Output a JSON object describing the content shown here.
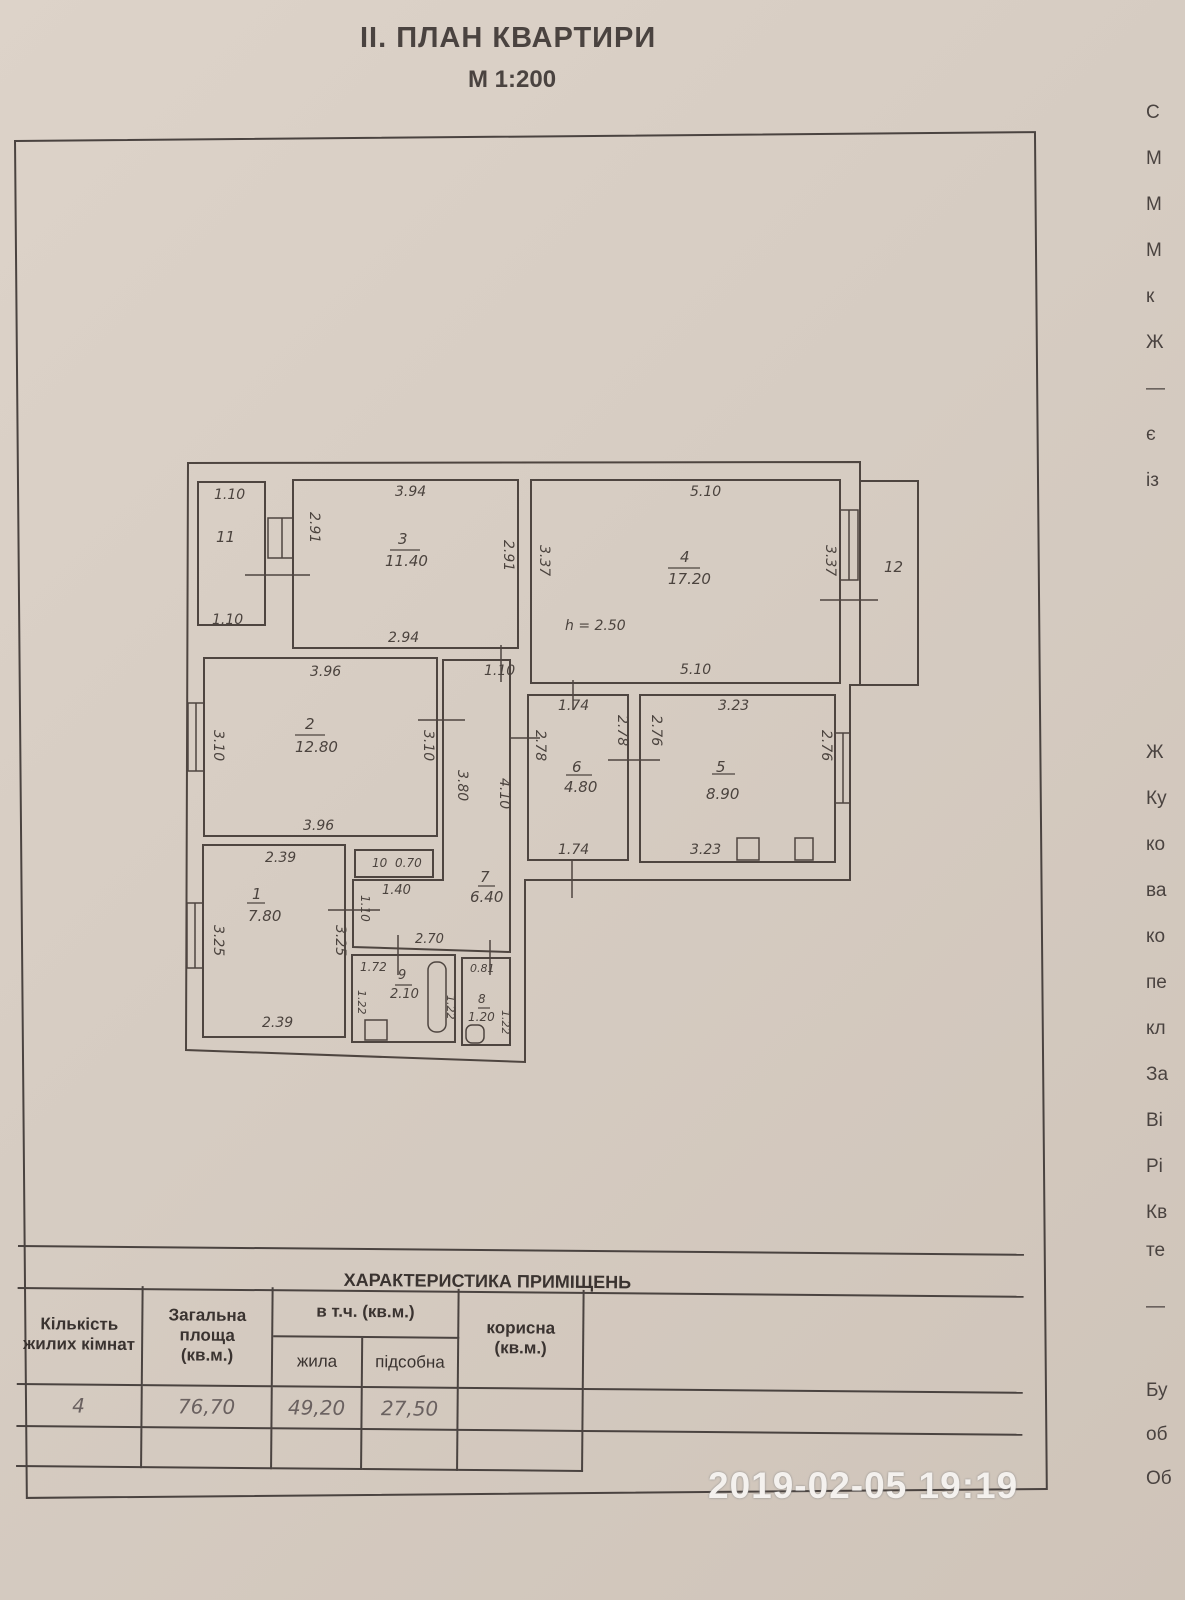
{
  "header": {
    "title": "II. ПЛАН КВАРТИРИ",
    "scale": "М 1:200"
  },
  "plan": {
    "ceiling_height": "h = 2.50",
    "rooms": [
      {
        "id": "11",
        "area": "",
        "dims": [
          "1.10",
          "1.10"
        ]
      },
      {
        "id": "3",
        "area": "11.40",
        "dims": [
          "3.94",
          "2.94",
          "2.91",
          "2.91"
        ]
      },
      {
        "id": "4",
        "area": "17.20",
        "dims": [
          "5.10",
          "5.10",
          "3.37",
          "3.37"
        ]
      },
      {
        "id": "12",
        "area": "",
        "dims": []
      },
      {
        "id": "2",
        "area": "12.80",
        "dims": [
          "3.96",
          "3.96",
          "3.10",
          "3.10"
        ]
      },
      {
        "id": "6",
        "area": "4.80",
        "dims": [
          "1.74",
          "1.74",
          "2.78",
          "2.78"
        ]
      },
      {
        "id": "5",
        "area": "8.90",
        "dims": [
          "3.23",
          "3.23",
          "2.76",
          "2.76"
        ]
      },
      {
        "id": "1",
        "area": "7.80",
        "dims": [
          "2.39",
          "2.39",
          "3.25",
          "3.25"
        ]
      },
      {
        "id": "10",
        "area": "0.70",
        "dims": []
      },
      {
        "id": "7",
        "area": "6.40",
        "dims": [
          "1.40",
          "2.70",
          "1.10",
          "3.80",
          "4.10",
          "1.10"
        ]
      },
      {
        "id": "9",
        "area": "2.10",
        "dims": [
          "1.72",
          "1.22",
          "1.22"
        ]
      },
      {
        "id": "8",
        "area": "1.20",
        "dims": [
          "0.81",
          "1.22"
        ]
      }
    ]
  },
  "table": {
    "title": "ХАРАКТЕРИСТИКА ПРИМІЩЕНЬ",
    "headers": {
      "rooms": "Кількість жилих кімнат",
      "total": "Загальна площа (кв.м.)",
      "incl": "в т.ч. (кв.м.)",
      "living": "жила",
      "aux": "підсобна",
      "useful": "корисна (кв.м.)"
    },
    "row": {
      "rooms": "4",
      "total": "76,70",
      "living": "49,20",
      "aux": "27,50",
      "useful": ""
    }
  },
  "edge_text": [
    "С",
    "М",
    "М",
    "М",
    "к",
    "Ж",
    "—",
    "є",
    "із",
    "Ж",
    "Ку",
    "ко",
    "ва",
    "ко",
    "пе",
    "кл",
    "За",
    "Ві",
    "Рі",
    "Кв",
    "те",
    "—",
    "Бу",
    "об",
    "Об"
  ],
  "timestamp": "2019-02-05  19:19"
}
